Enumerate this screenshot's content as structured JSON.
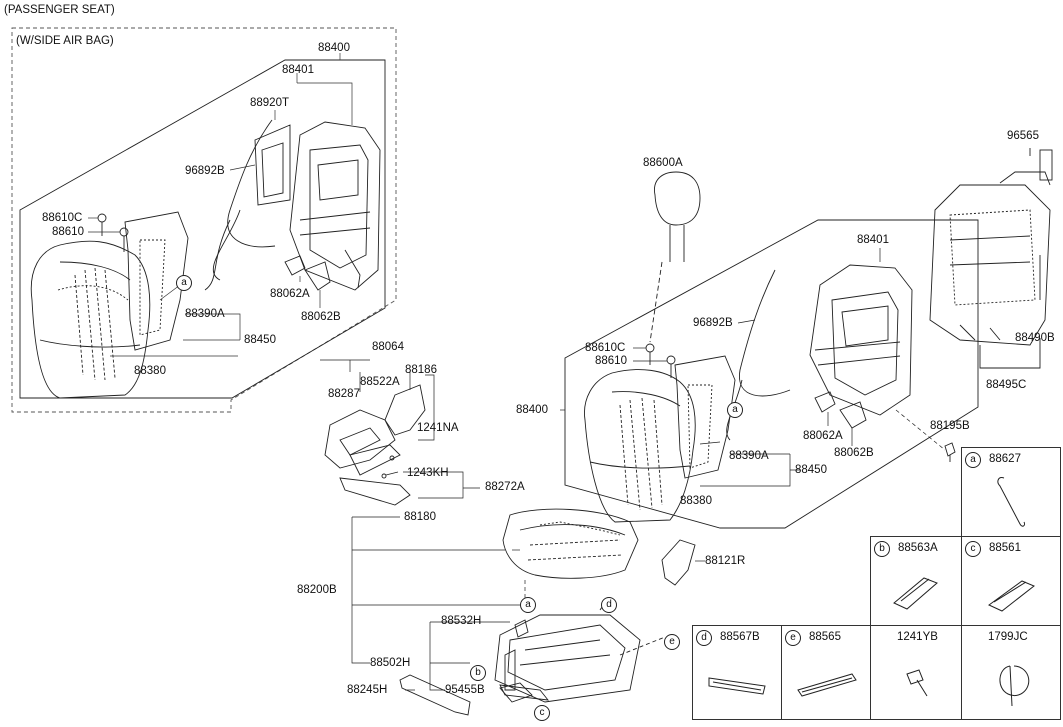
{
  "header": {
    "title": "(PASSENGER SEAT)",
    "variant": "(W/SIDE AIR BAG)"
  },
  "left_group": {
    "assembly": "88400",
    "back_frame": "88401",
    "airbag_wire": "88920T",
    "airbag": "96892B",
    "bolt_c": "88610C",
    "bolt": "88610",
    "bracket_a": "88062A",
    "bracket_b": "88062B",
    "pad_cover": "88390A",
    "back_pad_assy": "88450",
    "back_cover": "88380",
    "ref_a": "a"
  },
  "center_left": {
    "shield_assy": "88064",
    "p88186": "88186",
    "p88522A": "88522A",
    "p88287": "88287",
    "p1241NA": "1241NA",
    "p1243KH": "1243KH",
    "p88272A": "88272A"
  },
  "right_group": {
    "headrest": "88600A",
    "back_frame": "88401",
    "airbag": "96892B",
    "bolt_c": "88610C",
    "bolt": "88610",
    "assembly": "88400",
    "bracket_a": "88062A",
    "bracket_b": "88062B",
    "pad_cover": "88390A",
    "back_pad_assy": "88450",
    "back_cover": "88380",
    "ref_a": "a"
  },
  "far_right": {
    "p96565": "96565",
    "p88490B": "88490B",
    "p88495C": "88495C",
    "p88195B": "88195B"
  },
  "cushion": {
    "cover": "88180",
    "cushion_assy": "88200B",
    "side_cover": "88121R",
    "p88532H": "88532H",
    "p88502H": "88502H",
    "p88245H": "88245H",
    "p95455B": "95455B",
    "ref_a": "a",
    "ref_b": "b",
    "ref_c": "c",
    "ref_d": "d",
    "ref_e": "e"
  },
  "legend": {
    "a_letter": "a",
    "a_part": "88627",
    "b_letter": "b",
    "b_part": "88563A",
    "c_letter": "c",
    "c_part": "88561",
    "d_letter": "d",
    "d_part": "88567B",
    "e_letter": "e",
    "e_part": "88565",
    "f_part": "1241YB",
    "g_part": "1799JC"
  }
}
